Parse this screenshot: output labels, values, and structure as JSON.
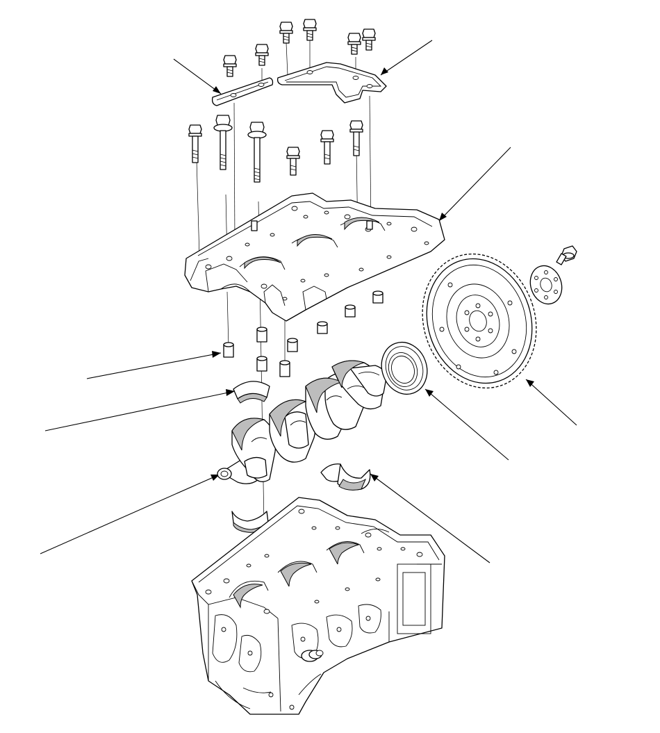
{
  "diagram": {
    "kind": "exploded-view",
    "line_color": "#000000",
    "background": "#ffffff",
    "parts": [
      "upper-bolts",
      "bearing-cap-bridge-left",
      "bearing-cap-bridge-right",
      "main-bolts",
      "lower-crankcase",
      "dowel-pins",
      "thrust-washer",
      "main-bearing-upper",
      "crankshaft",
      "main-bearing-lower-right",
      "main-bearing-lower-left",
      "cylinder-block",
      "oil-seal",
      "flywheel",
      "flywheel-plate",
      "flywheel-bolt"
    ]
  }
}
